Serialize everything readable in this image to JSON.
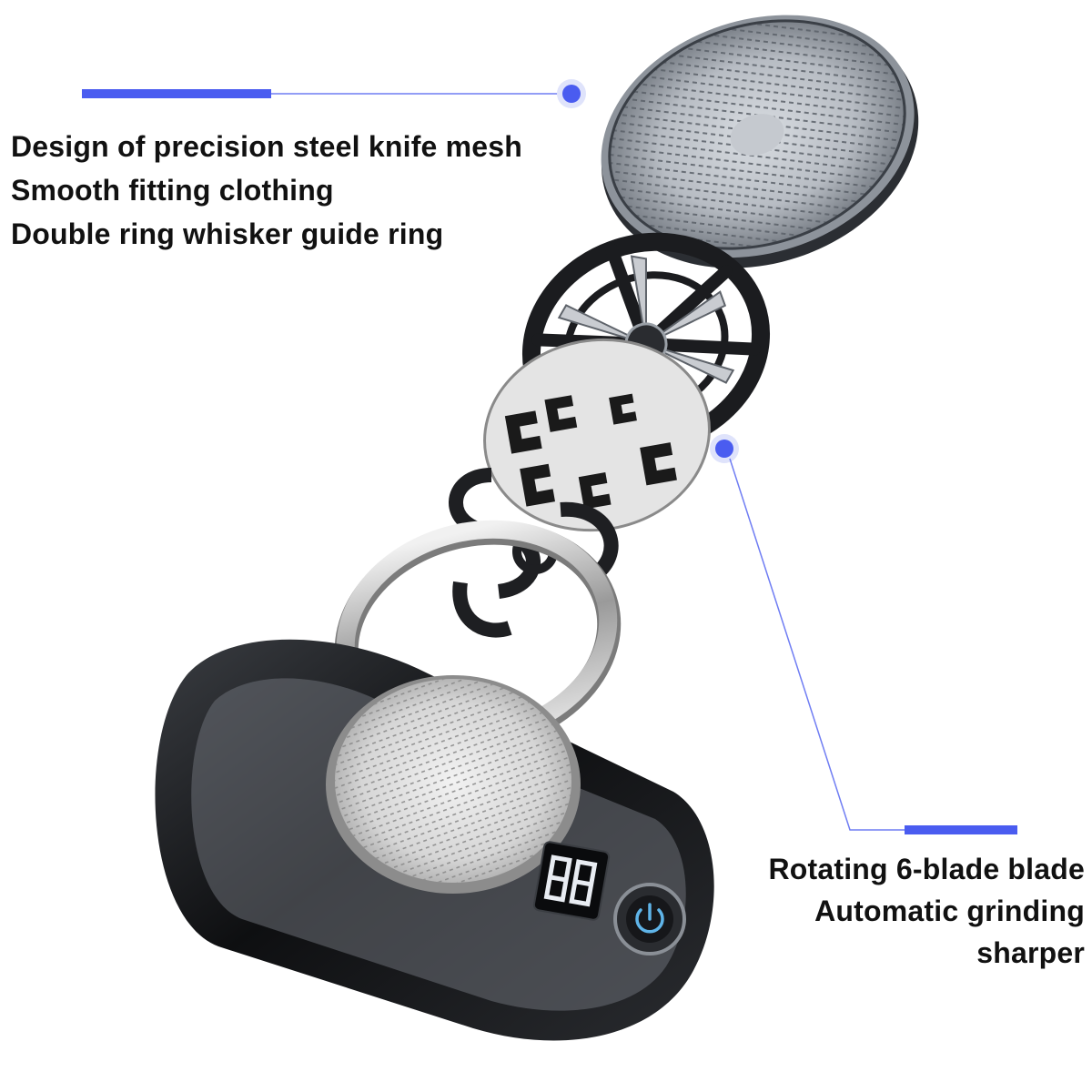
{
  "callouts": {
    "top_left": {
      "lines": [
        "Design of precision steel knife mesh",
        "Smooth fitting clothing",
        "Double ring whisker guide ring"
      ]
    },
    "bottom_right": {
      "lines": [
        "Rotating 6-blade blade",
        "Automatic grinding",
        "sharper"
      ]
    }
  },
  "colors": {
    "accent": "#4a5cf0",
    "accent_line": "#6f7df3",
    "text": "#111111",
    "background": "#ffffff"
  },
  "icons": {
    "power": "power-icon",
    "display": "digital-display-icon"
  }
}
